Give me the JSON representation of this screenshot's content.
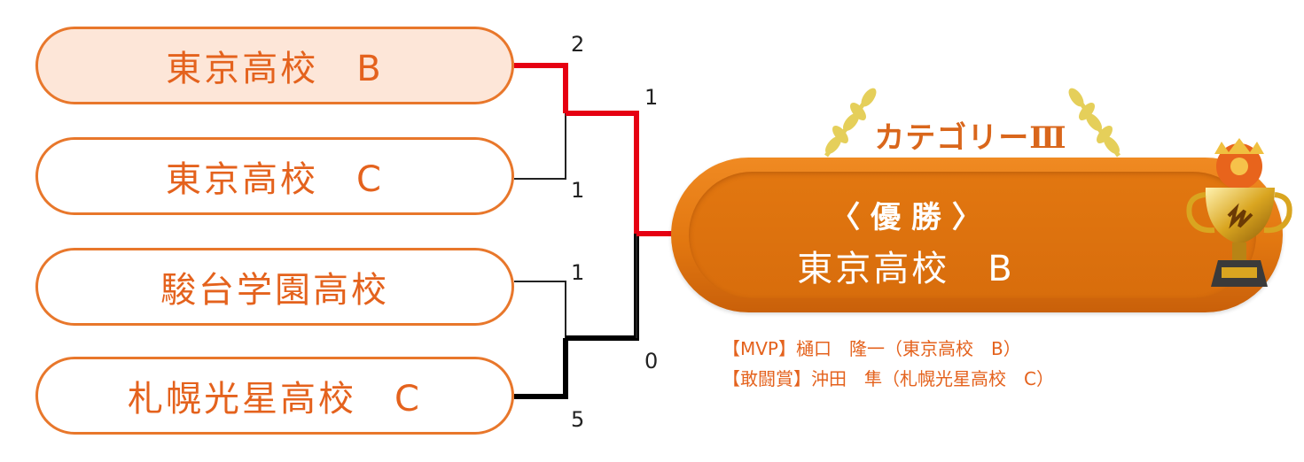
{
  "teams": [
    {
      "name": "東京高校　B",
      "score": "2",
      "winner": true
    },
    {
      "name": "東京高校　C",
      "score": "1",
      "winner": false
    },
    {
      "name": "駿台学園高校",
      "score": "1",
      "winner": false
    },
    {
      "name": "札幌光星高校　C",
      "score": "5",
      "winner": false
    }
  ],
  "semifinal_scores": {
    "top": "1",
    "bottom": "0"
  },
  "champion": {
    "category": "カテゴリーⅢ",
    "title": "〈 優 勝 〉",
    "team": "東京高校　B"
  },
  "awards": [
    "【MVP】樋口　隆一（東京高校　B）",
    "【敢闘賞】沖田　隼（札幌光星高校　C）"
  ],
  "colors": {
    "accent": "#e8772b",
    "text_orange": "#e4621d",
    "win_line": "#e60012",
    "lose_line": "#222222",
    "laurel": "#e5cf5a"
  },
  "icons": [
    "laurel-left-icon",
    "laurel-right-icon",
    "trophy-icon"
  ]
}
